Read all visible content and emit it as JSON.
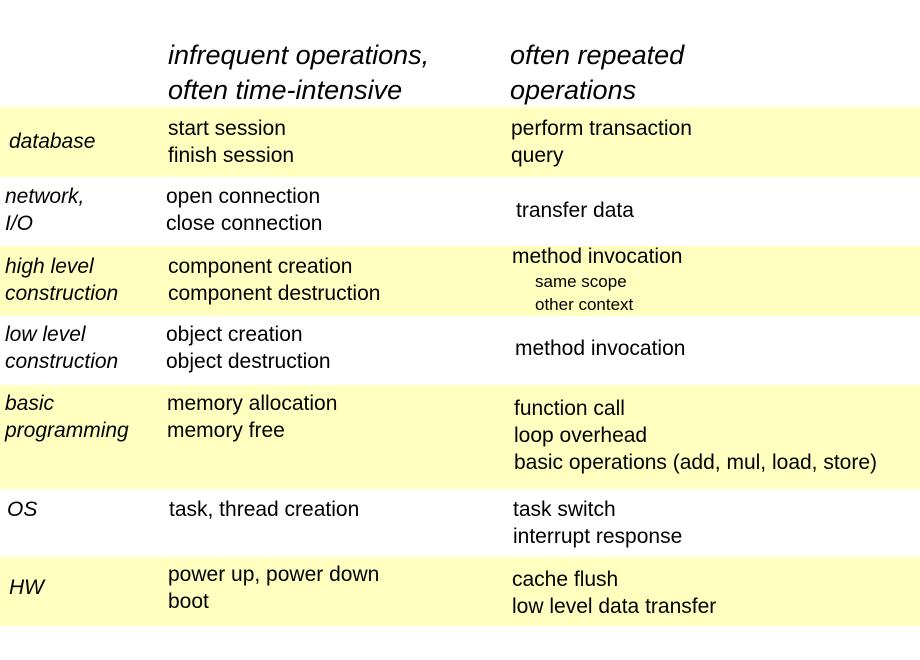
{
  "header": {
    "infrequent": [
      "infrequent operations,",
      "often time-intensive"
    ],
    "repeated": [
      "often repeated",
      "operations"
    ]
  },
  "rows": [
    {
      "category": [
        "database"
      ],
      "infrequent": [
        "start session",
        "finish session"
      ],
      "repeated": [
        "perform transaction",
        "query"
      ]
    },
    {
      "category": [
        "network,",
        "I/O"
      ],
      "infrequent": [
        "open connection",
        "close connection"
      ],
      "repeated": [
        "transfer data"
      ]
    },
    {
      "category": [
        "high level",
        "construction"
      ],
      "infrequent": [
        "component creation",
        "component destruction"
      ],
      "repeated": [
        "method invocation"
      ],
      "repeated_sub": [
        "same scope",
        "other context"
      ]
    },
    {
      "category": [
        "low level",
        "construction"
      ],
      "infrequent": [
        "object creation",
        "object destruction"
      ],
      "repeated": [
        "method invocation"
      ]
    },
    {
      "category": [
        "basic",
        "programming"
      ],
      "infrequent": [
        "memory allocation",
        "memory free"
      ],
      "repeated": [
        "function call",
        "loop overhead",
        "basic operations (add, mul, load, store)"
      ]
    },
    {
      "category": [
        "OS"
      ],
      "infrequent": [
        "task, thread creation"
      ],
      "repeated": [
        "task switch",
        "interrupt response"
      ]
    },
    {
      "category": [
        "HW"
      ],
      "infrequent": [
        "power up, power down",
        "boot"
      ],
      "repeated": [
        "cache flush",
        "low level data transfer"
      ]
    }
  ],
  "colors": {
    "shaded_row": "#ffffc0",
    "text": "#000000",
    "background": "#ffffff"
  }
}
